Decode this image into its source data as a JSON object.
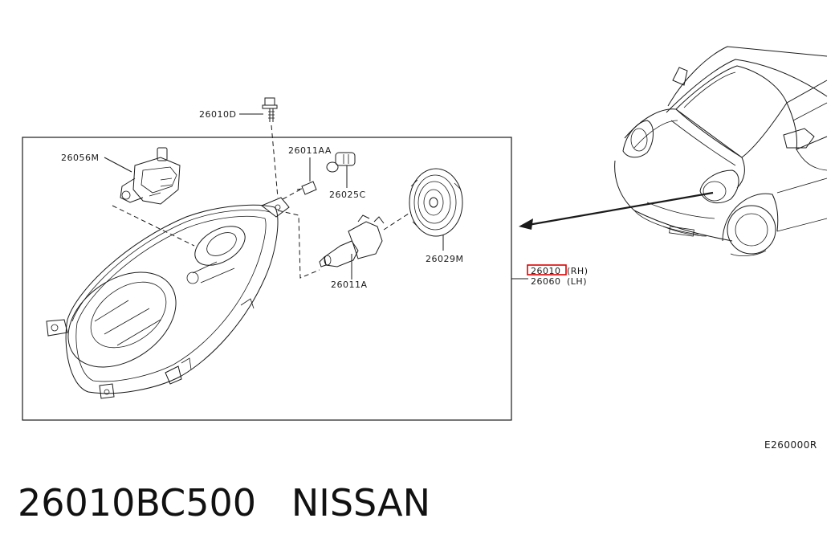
{
  "diagram": {
    "callouts": {
      "bolt": "26010D",
      "actuator": "26056M",
      "socket": "26011AA",
      "bulb_small": "26025C",
      "bulb_main": "26011A",
      "cap": "26029M",
      "assembly_rh_code": "26010",
      "assembly_rh_side": "(RH)",
      "assembly_lh_code": "26060",
      "assembly_lh_side": "(LH)"
    },
    "figure_code": "E260000R",
    "highlight_color": "#e00000"
  },
  "page": {
    "title": "26010BC500   NISSAN"
  }
}
